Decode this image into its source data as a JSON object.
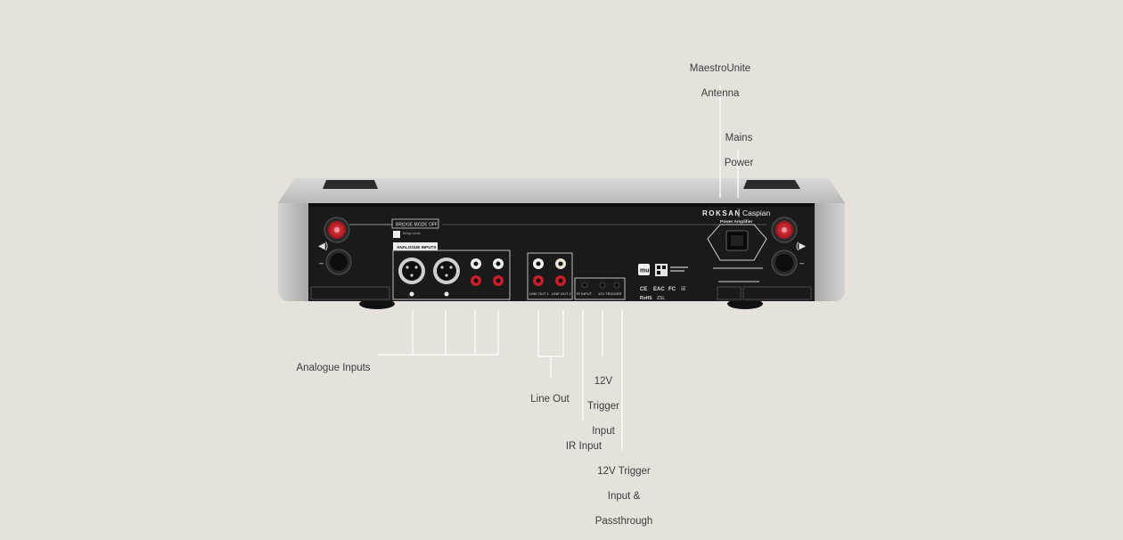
{
  "device": {
    "brand": "ROKSAN",
    "model": "Caspian",
    "product_type": "Power Amplifier",
    "bridge_mode": "BRIDGE MODE OFF",
    "section_analogue": "ANALOGUE INPUTS",
    "line_out_1": "LINE OUT 1",
    "line_out_2": "LINE OUT 2",
    "ir_input": "IR INPUT",
    "trigger": "12V TRIGGER",
    "logo_mark": "mu"
  },
  "callouts": {
    "maestrounite_antenna": [
      "MaestroUnite",
      "Antenna"
    ],
    "mains_power": [
      "Mains",
      "Power"
    ],
    "analogue_inputs": [
      "Analogue Inputs"
    ],
    "line_out": [
      "Line Out"
    ],
    "trigger_input": [
      "12V",
      "Trigger",
      "Input"
    ],
    "ir_input": [
      "IR Input"
    ],
    "trigger_passthrough": [
      "12V Trigger",
      "Input &",
      "Passthrough"
    ]
  },
  "colors": {
    "background": "#e6e2db",
    "chassis": "#c9c9c7",
    "panel": "#1a1a1a",
    "accent_red": "#c81e28",
    "leader_line": "#ffffff",
    "label_text": "#3c3c3c"
  }
}
